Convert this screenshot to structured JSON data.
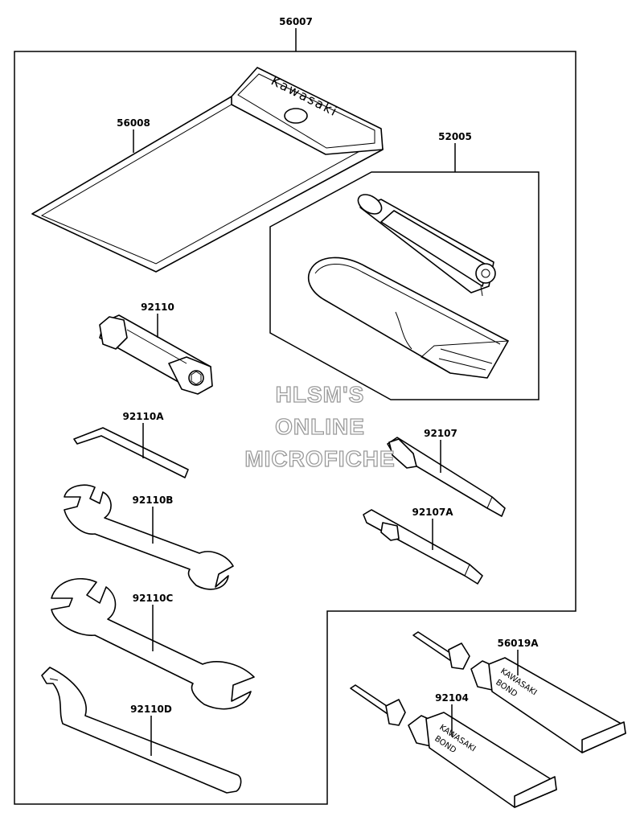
{
  "parts": {
    "kit": "56007",
    "case": "56008",
    "pump_set": "52005",
    "plug_wrench": "92110",
    "hex_key": "92110A",
    "wrench_b": "92110B",
    "wrench_c": "92110C",
    "hook_wrench": "92110D",
    "driver": "92107",
    "driver_a": "92107A",
    "bond_a": "56019A",
    "bond": "92104"
  },
  "bag_brand": "Kawasaki",
  "tube_text": {
    "line1": "KAWASAKI",
    "line2": "BOND"
  },
  "watermark": {
    "line1": "HLSM'S",
    "line2": "ONLINE",
    "line3": "MICROFICHE"
  }
}
